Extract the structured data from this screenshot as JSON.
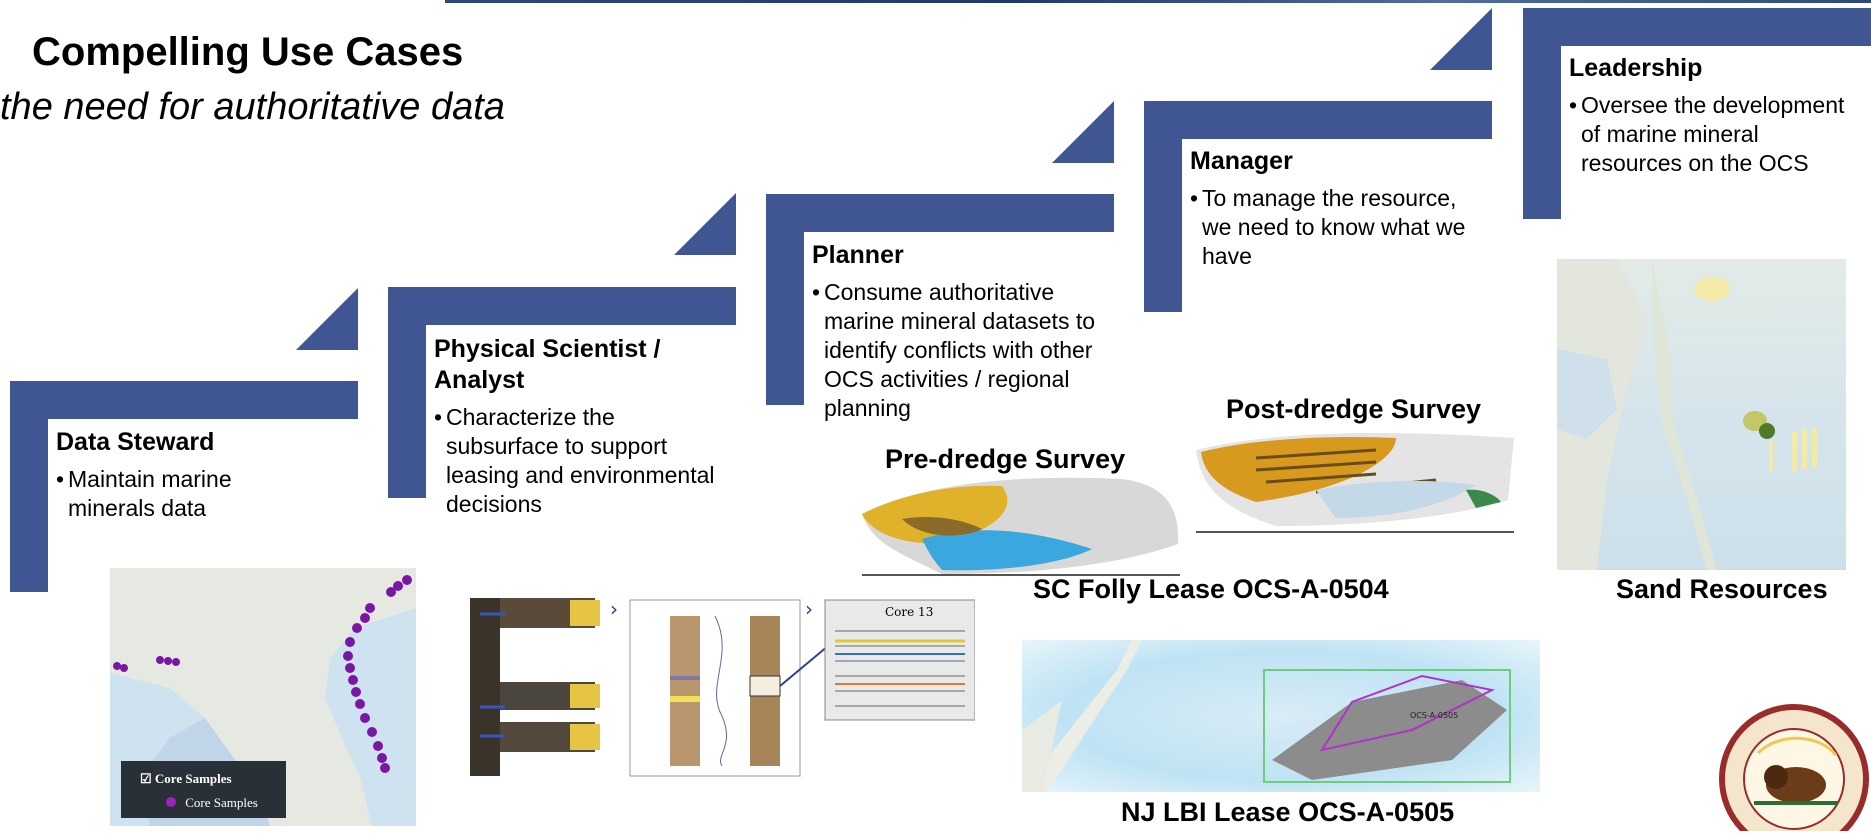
{
  "header": {
    "title": "Compelling Use Cases",
    "subtitle": "the need for authoritative data"
  },
  "roles": [
    {
      "title": "Data Steward",
      "bullet": "•",
      "text": "Maintain marine minerals data"
    },
    {
      "title": "Physical Scientist / Analyst",
      "bullet": "•",
      "text": "Characterize the subsurface to support leasing and environmental decisions"
    },
    {
      "title": "Planner",
      "bullet": "•",
      "text": "Consume authoritative marine mineral datasets to identify conflicts with other OCS activities / regional planning"
    },
    {
      "title": "Manager",
      "bullet": "•",
      "text": "To manage the resource, we need to know what we have"
    },
    {
      "title": "Leadership",
      "bullet": "•",
      "text": "Oversee the development of marine mineral resources on the OCS"
    }
  ],
  "figures": {
    "pre_dredge": "Pre-dredge Survey",
    "post_dredge": "Post-dredge Survey",
    "sc_lease": "SC Folly Lease OCS-A-0504",
    "sand_resources": "Sand Resources",
    "nj_lease": "NJ LBI Lease OCS-A-0505",
    "core_legend_title": "Core Samples",
    "core_legend_item": "Core Samples",
    "core_chart_label": "Core 13",
    "nj_polygon_label": "OCS-A-0505"
  },
  "colors": {
    "step": "#3f5693",
    "core_points": "#7a16a4"
  },
  "icons": {
    "arrow": "chevron-right-icon",
    "seal": "doi-seal-icon"
  }
}
